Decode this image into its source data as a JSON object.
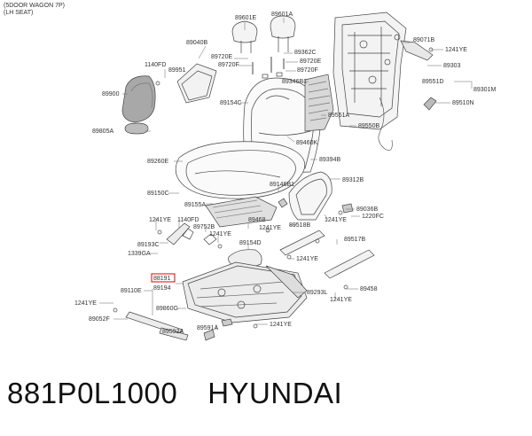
{
  "header": {
    "line1": "(5DOOR WAGON 7P)",
    "line2": "(LH SEAT)"
  },
  "caption": {
    "part_number": "881P0L1000",
    "brand": "HYUNDAI"
  },
  "labels": [
    {
      "id": "l1",
      "text": "89601E"
    },
    {
      "id": "l2",
      "text": "89601A"
    },
    {
      "id": "l3",
      "text": "89071B"
    },
    {
      "id": "l4",
      "text": "1241YE"
    },
    {
      "id": "l5",
      "text": "89040B"
    },
    {
      "id": "l6",
      "text": "89720E"
    },
    {
      "id": "l7",
      "text": "89720F"
    },
    {
      "id": "l8",
      "text": "89362C"
    },
    {
      "id": "l9",
      "text": "89720E"
    },
    {
      "id": "l10",
      "text": "89720F"
    },
    {
      "id": "l11",
      "text": "89303"
    },
    {
      "id": "l12",
      "text": "1140FD"
    },
    {
      "id": "l13",
      "text": "89951"
    },
    {
      "id": "l14",
      "text": "89346B1"
    },
    {
      "id": "l15",
      "text": "89551D"
    },
    {
      "id": "l16",
      "text": "89301M"
    },
    {
      "id": "l17",
      "text": "89900"
    },
    {
      "id": "l18",
      "text": "89154C"
    },
    {
      "id": "l19",
      "text": "89510N"
    },
    {
      "id": "l20",
      "text": "89551A"
    },
    {
      "id": "l21",
      "text": "89805A"
    },
    {
      "id": "l22",
      "text": "89550B"
    },
    {
      "id": "l23",
      "text": "89460K"
    },
    {
      "id": "l24",
      "text": "89260E"
    },
    {
      "id": "l25",
      "text": "89394B"
    },
    {
      "id": "l26",
      "text": "89312B"
    },
    {
      "id": "l27",
      "text": "89146B1"
    },
    {
      "id": "l28",
      "text": "89150C"
    },
    {
      "id": "l29",
      "text": "89036B"
    },
    {
      "id": "l30",
      "text": "1220FC"
    },
    {
      "id": "l31",
      "text": "89155A"
    },
    {
      "id": "l32",
      "text": "1241YE"
    },
    {
      "id": "l33",
      "text": "1241YE"
    },
    {
      "id": "l34",
      "text": "1140FD"
    },
    {
      "id": "l35",
      "text": "89468"
    },
    {
      "id": "l36",
      "text": "89518B"
    },
    {
      "id": "l37",
      "text": "89752B"
    },
    {
      "id": "l38",
      "text": "1241YE"
    },
    {
      "id": "l39",
      "text": "1241YE"
    },
    {
      "id": "l40",
      "text": "89517B"
    },
    {
      "id": "l41",
      "text": "89193C"
    },
    {
      "id": "l42",
      "text": "89154D"
    },
    {
      "id": "l43",
      "text": "1339GA"
    },
    {
      "id": "l44",
      "text": "1241YE"
    },
    {
      "id": "l45",
      "text": "88191"
    },
    {
      "id": "l46",
      "text": "89194"
    },
    {
      "id": "l47",
      "text": "89110E"
    },
    {
      "id": "l48",
      "text": "89293L"
    },
    {
      "id": "l49",
      "text": "89458"
    },
    {
      "id": "l50",
      "text": "1241YE"
    },
    {
      "id": "l51",
      "text": "1241YE"
    },
    {
      "id": "l52",
      "text": "89860G"
    },
    {
      "id": "l53",
      "text": "89052F"
    },
    {
      "id": "l54",
      "text": "1241YE"
    },
    {
      "id": "l55",
      "text": "89592A"
    },
    {
      "id": "l56",
      "text": "89591A"
    }
  ]
}
